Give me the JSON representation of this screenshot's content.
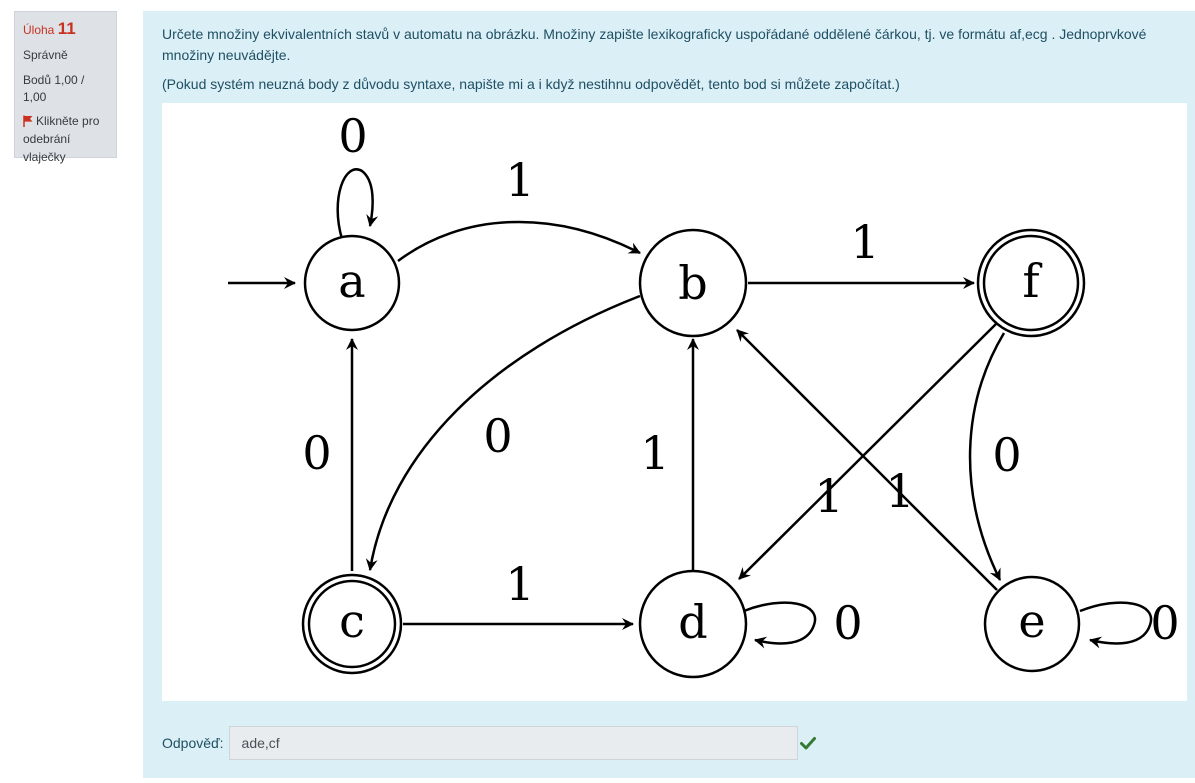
{
  "info": {
    "question_prefix": "Úloha",
    "question_number": "11",
    "status": "Správně",
    "score": "Bodů 1,00 / 1,00",
    "flag_label": "Klikněte pro odebrání vlaječky"
  },
  "question": {
    "text1": "Určete množiny ekvivalentních stavů v automatu na obrázku. Množiny zapište lexikograficky uspořádané oddělené čárkou, tj. ve formátu  af,ecg . Jednoprvkové množiny neuvádějte.",
    "text2": "(Pokud systém neuzná body z důvodu syntaxe, napište mi a i když nestihnu odpovědět, tento bod si můžete započítat.)"
  },
  "diagram": {
    "states": {
      "a": "a",
      "b": "b",
      "c": "c",
      "d": "d",
      "e": "e",
      "f": "f"
    },
    "accepting_states": [
      "c",
      "f"
    ],
    "initial_state": "a",
    "edge_labels": {
      "a_a": "0",
      "a_b": "1",
      "b_f": "1",
      "b_c": "0",
      "c_a": "0",
      "c_d": "1",
      "d_b": "1",
      "d_d": "0",
      "f_d": "1",
      "e_b": "1",
      "f_e": "0",
      "e_e": "0"
    }
  },
  "answer": {
    "label": "Odpověď:",
    "value": "ade,cf",
    "correct_color": "#357a32"
  }
}
